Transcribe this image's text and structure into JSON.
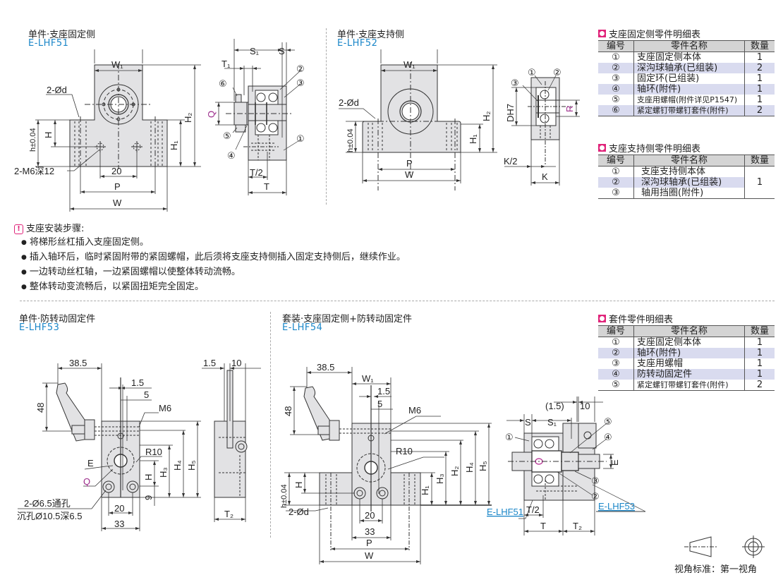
{
  "sections": {
    "lhf51": {
      "title": "单件·支座固定侧",
      "code": "E-LHF51"
    },
    "lhf52": {
      "title": "单件·支座支持侧",
      "code": "E-LHF52"
    },
    "lhf53": {
      "title": "单件·防转动固定件",
      "code": "E-LHF53"
    },
    "lhf54": {
      "title": "套装·支座固定侧+防转动固定件",
      "code": "E-LHF54"
    }
  },
  "dims": {
    "lhf51_front": {
      "W1": "W₁",
      "d": "2-Ød",
      "H": "H",
      "h": "h±0.04",
      "H1": "H₁",
      "H2": "H₂",
      "M6": "2-M6深12",
      "p20": "20",
      "P": "P",
      "W": "W"
    },
    "lhf51_side": {
      "S1": "S₁",
      "S": "S",
      "T1": "T₁",
      "Q": "Q",
      "T2half": "T/2",
      "T": "T",
      "c1": "①",
      "c2": "②",
      "c3": "③",
      "c4": "④",
      "c5": "⑤",
      "c6": "⑥"
    },
    "lhf52_front": {
      "W1": "W₁",
      "d": "2-Ød",
      "h": "h±0.04",
      "H1": "H₁",
      "H2": "H₂",
      "P": "P",
      "W": "W"
    },
    "lhf52_side": {
      "c1": "①",
      "c2": "②",
      "c3": "③",
      "D": "DH7",
      "R": "R",
      "K2": "K/2",
      "K": "K"
    },
    "lhf53_front": {
      "d385": "38.5",
      "d48": "48",
      "d15": "1.5",
      "d5": "5",
      "M6": "M6",
      "R10": "R10",
      "E": "E",
      "Q": "Q",
      "H": "H",
      "H3": "H₃",
      "H4": "H₄",
      "H5": "H₅",
      "d9": "9",
      "hole1": "2-Ø6.5通孔",
      "hole2": "沉孔Ø10.5深6.5",
      "d20": "20",
      "d33": "33"
    },
    "lhf53_side": {
      "d15": "1.5",
      "d10": "10",
      "T2": "T₂"
    },
    "lhf54_front": {
      "d385": "38.5",
      "W1": "W₁",
      "d15": "1.5",
      "d5": "5",
      "d48": "48",
      "M6": "M6",
      "R10": "R10",
      "H": "H",
      "h": "h±0.04",
      "H1": "H₁",
      "H2": "H₂",
      "H3": "H₃",
      "H4": "H₄",
      "H5": "H₅",
      "d": "2-Ød",
      "d20": "20",
      "d33": "33",
      "P": "P",
      "W": "W"
    },
    "lhf54_side": {
      "d15": "(1.5)",
      "d10": "10",
      "S": "S",
      "S1": "S₁",
      "E": "E",
      "T2half": "T/2",
      "T": "T",
      "T2": "T₂",
      "ref51": "E-LHF51",
      "ref53": "E-LHF53",
      "c1": "①",
      "c2": "②",
      "c3": "③",
      "c4": "④",
      "c5": "⑤"
    }
  },
  "tables": {
    "fixed_side": {
      "title": "支座固定侧零件明细表",
      "headers": [
        "编号",
        "零件名称",
        "数量"
      ],
      "rows": [
        {
          "no": "①",
          "name": "支座固定侧本体",
          "qty": "1"
        },
        {
          "no": "②",
          "name": "深沟球轴承(已组装)",
          "qty": "2"
        },
        {
          "no": "③",
          "name": "固定环(已组装)",
          "qty": "1"
        },
        {
          "no": "④",
          "name": "轴环(附件)",
          "qty": "1"
        },
        {
          "no": "⑤",
          "name": "支座用螺帽(附件详见P1547)",
          "qty": "1"
        },
        {
          "no": "⑥",
          "name": "紧定螺钉带螺钉套件(附件)",
          "qty": "2"
        }
      ]
    },
    "support_side": {
      "title": "支座支持侧零件明细表",
      "headers": [
        "编号",
        "零件名称",
        "数量"
      ],
      "rows": [
        {
          "no": "①",
          "name": "支座支持侧本体"
        },
        {
          "no": "②",
          "name": "深沟球轴承(已组装)"
        },
        {
          "no": "③",
          "name": "轴用挡圈(附件)"
        }
      ],
      "shared_qty": "1"
    },
    "kit": {
      "title": "套件零件明细表",
      "headers": [
        "编号",
        "零件名称",
        "数量"
      ],
      "rows": [
        {
          "no": "①",
          "name": "支座固定侧本体",
          "qty": "1"
        },
        {
          "no": "②",
          "name": "轴环(附件)",
          "qty": "1"
        },
        {
          "no": "③",
          "name": "支座用螺帽",
          "qty": "1"
        },
        {
          "no": "④",
          "name": "防转动固定件",
          "qty": "1"
        },
        {
          "no": "⑤",
          "name": "紧定螺钉带螺钉套件(附件)",
          "qty": "2"
        }
      ]
    }
  },
  "notes": {
    "title": "支座安装步骤:",
    "items": [
      "将梯形丝杠插入支座固定侧。",
      "插入轴环后，临时紧固附带的紧固螺帽，此后须将支座支持侧插入固定支持侧后，继续作业。",
      "一边转动丝杠轴，一边紧固螺帽以使整体转动流畅。",
      "整体转动变流畅后，以紧固扭矩完全固定。"
    ]
  },
  "view_standard": "视角标准：第一视角",
  "colors": {
    "accent": "#e0247a",
    "code_blue": "#1a86c8",
    "part_fill": "#e2e2e4",
    "row_alt": "#d9dbef",
    "header_bg": "#d4d4d4",
    "q_label": "#9b2a8a"
  }
}
